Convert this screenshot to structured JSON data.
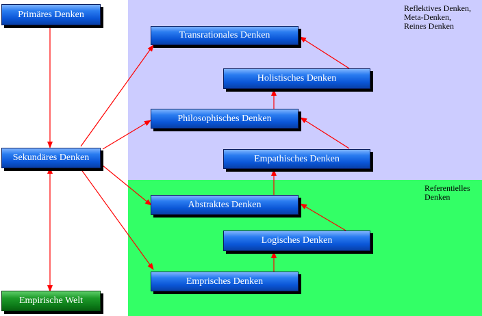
{
  "regions": {
    "reflective": {
      "label": "Reflektives Denken,\nMeta-Denken,\nReines Denken",
      "color": "#ccccff"
    },
    "referential": {
      "label": "Referentielles\nDenken",
      "color": "#33ff66"
    }
  },
  "nodes": {
    "primaeres": "Primäres Denken",
    "sekundaeres": "Sekundäres Denken",
    "empirische_welt": "Empirische Welt",
    "transrationales": "Transrationales Denken",
    "holistisches": "Holistisches Denken",
    "philosophisches": "Philosophisches Denken",
    "empathisches": "Empathisches Denken",
    "abstraktes": "Abstraktes Denken",
    "logisches": "Logisches Denken",
    "emprisches": "Emprisches Denken"
  },
  "colors": {
    "arrow": "#ff0000",
    "node_blue": "#0a55d6",
    "node_green": "#0c7a18"
  }
}
